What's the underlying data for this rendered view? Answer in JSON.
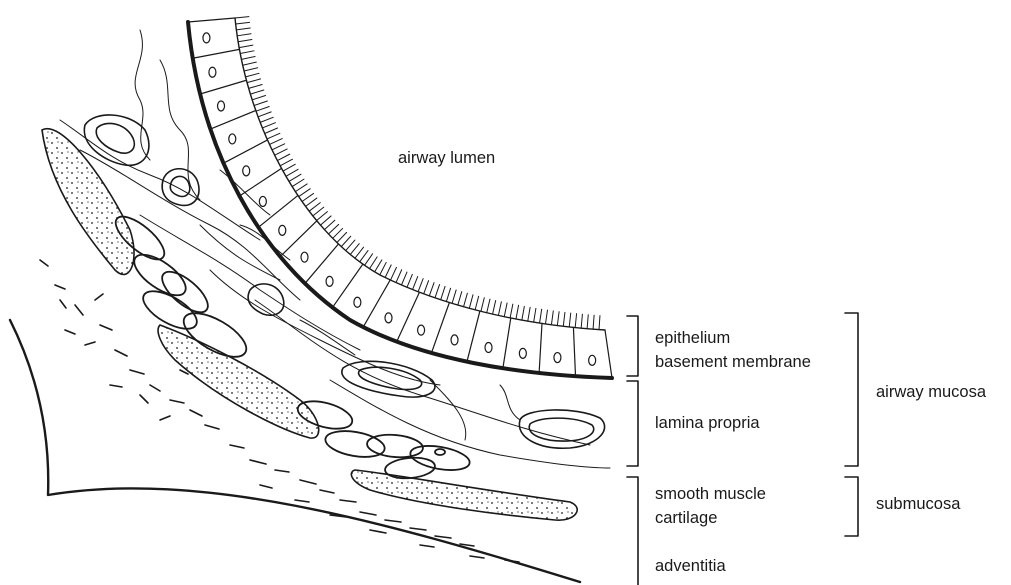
{
  "diagram": {
    "lumen_label": "airway lumen",
    "layers": {
      "epithelium": "epithelium",
      "basement_membrane": "basement membrane",
      "lamina_propria": "lamina propria",
      "smooth_muscle": "smooth muscle",
      "cartilage": "cartilage",
      "adventitia": "adventitia"
    },
    "groups": {
      "airway_mucosa": "airway mucosa",
      "submucosa": "submucosa"
    },
    "colors": {
      "ink": "#1a1a1a",
      "background": "#ffffff"
    }
  }
}
